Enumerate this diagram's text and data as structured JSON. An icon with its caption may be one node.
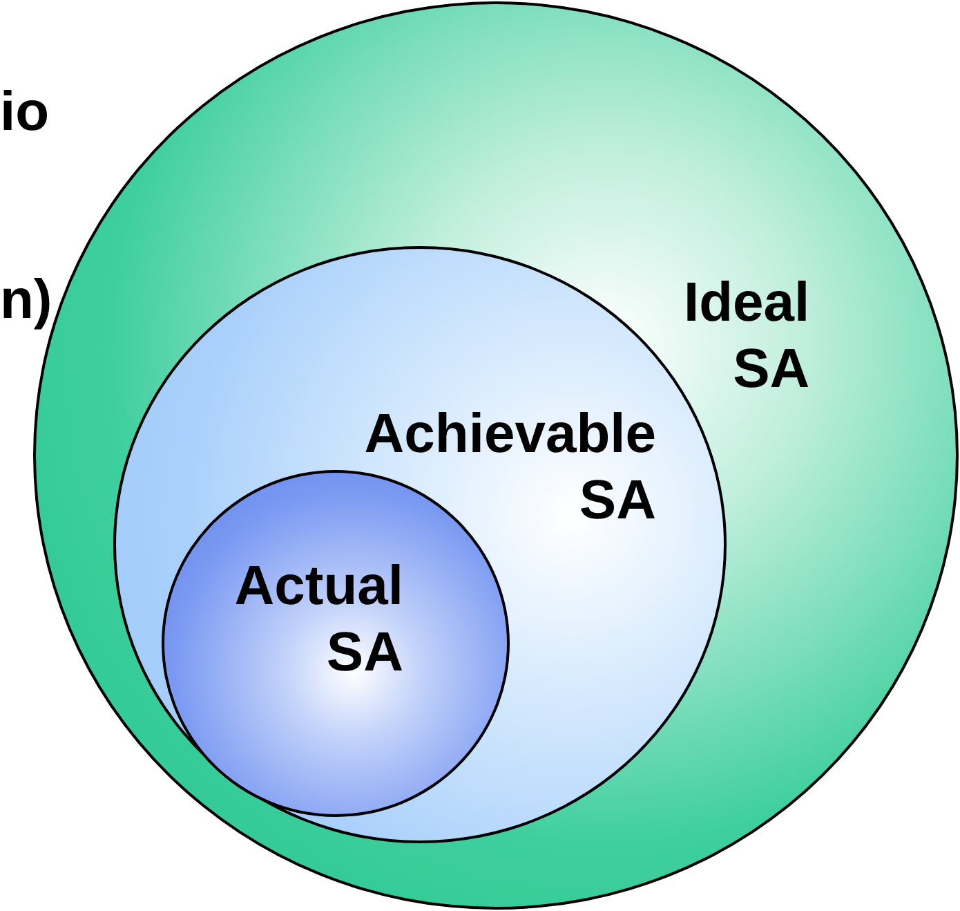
{
  "diagram": {
    "nodes": [
      {
        "text": [
          "Ideal SA"
        ]
      },
      {
        "text": [
          "Achievable SA"
        ],
        "in": 0
      },
      {
        "text": [
          "Actual SA"
        ],
        "in": 1
      }
    ],
    "labels": [
      "io",
      "n)"
    ]
  }
}
